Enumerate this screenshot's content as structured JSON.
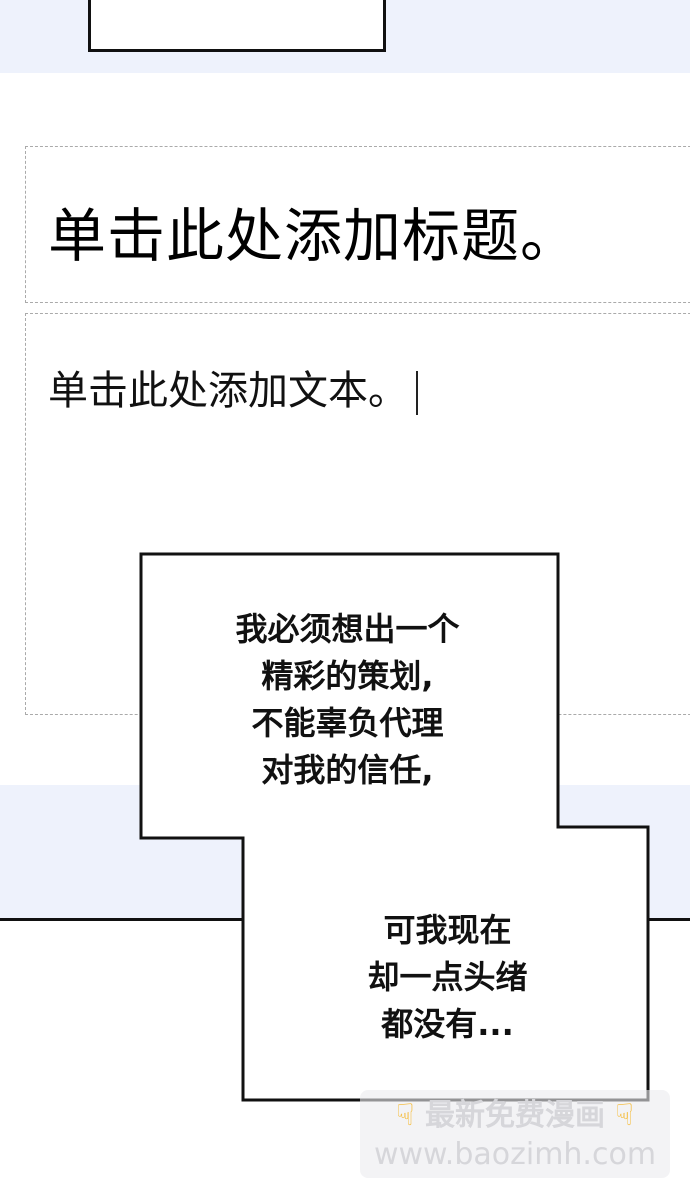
{
  "slide": {
    "title_placeholder": "单击此处添加标题。",
    "body_placeholder": "单击此处添加文本。"
  },
  "speech_bubble": {
    "lines_top": [
      "我必须想出一个",
      "精彩的策划,",
      "不能辜负代理",
      "对我的信任,"
    ],
    "lines_bottom": [
      "可我现在",
      "却一点头绪",
      "都没有..."
    ]
  },
  "watermark": {
    "line1": "最新免费漫画",
    "line2": "www.baozimh.com",
    "icon": "pointing-down-hand-icon"
  },
  "colors": {
    "band": "#eef2fc",
    "ink": "#111111"
  }
}
